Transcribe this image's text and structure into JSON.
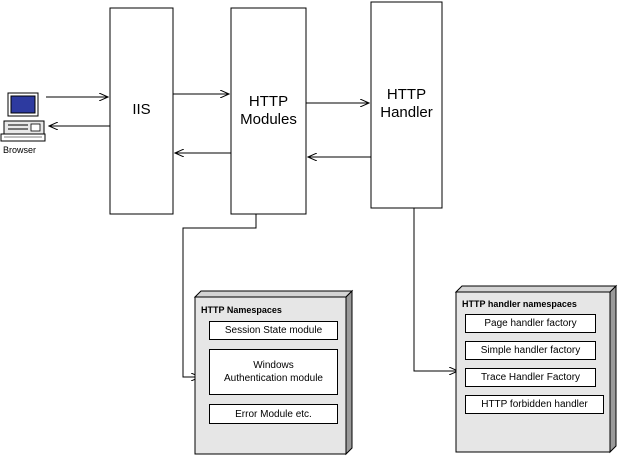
{
  "browser": {
    "label": "Browser"
  },
  "blocks": {
    "iis": "IIS",
    "modules": "HTTP\nModules",
    "handler": "HTTP\nHandler"
  },
  "namespaces": {
    "title": "HTTP Namespaces",
    "items": [
      "Session State module",
      "Windows\nAuthentication module",
      "Error Module etc."
    ]
  },
  "handler_namespaces": {
    "title": "HTTP handler namespaces",
    "items": [
      "Page handler factory",
      "Simple handler factory",
      "Trace Handler Factory",
      "HTTP forbidden handler"
    ]
  }
}
